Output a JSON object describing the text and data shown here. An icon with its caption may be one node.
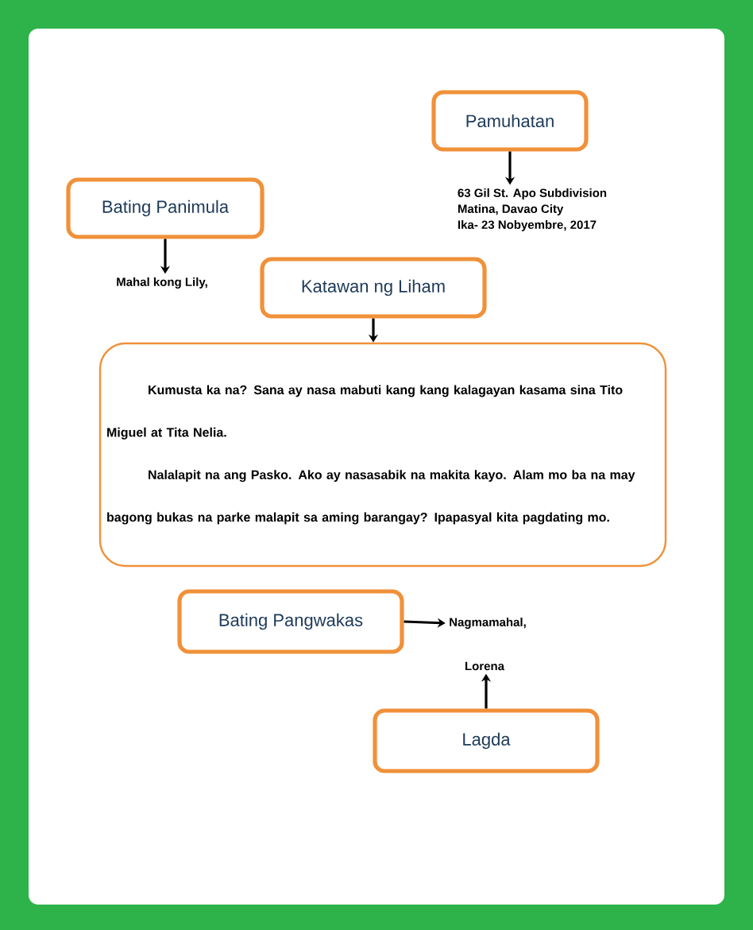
{
  "diagram": {
    "nodes": [
      {
        "text": [
          "Pamuhatan"
        ]
      },
      {
        "text": [
          "63 Gil St. Apo Subdivision",
          "Matina, Davao City",
          "Ika- 23 Nobyembre, 2017"
        ]
      },
      {
        "text": [
          "Bating Panimula"
        ]
      },
      {
        "text": [
          "Mahal kong Lily,"
        ]
      },
      {
        "text": [
          "Katawan ng Liham"
        ]
      },
      {
        "text": [
          "Kumusta ka na? Sana ay nasa mabuti kang kang kalagayan kasama sina Tito Miguel at Tita Nelia.",
          "Nalalapit na ang Pasko. Ako ay nasasabik na makita kayo. Alam mo ba na may bagong bukas na parke malapit sa aming barangay? Ipapasyal kita pagdating mo."
        ]
      },
      {
        "text": [
          "Bating Pangwakas"
        ]
      },
      {
        "text": [
          "Nagmamahal,"
        ]
      },
      {
        "text": [
          "Lorena"
        ]
      },
      {
        "text": [
          "Lagda"
        ]
      }
    ],
    "edges": [
      {
        "from": 0,
        "to": 1,
        "arrow": "to"
      },
      {
        "from": 2,
        "to": 3,
        "arrow": "to"
      },
      {
        "from": 4,
        "to": 5,
        "arrow": "to"
      },
      {
        "from": 6,
        "to": 7,
        "arrow": "to"
      },
      {
        "from": 9,
        "to": 8,
        "arrow": "to"
      }
    ]
  }
}
